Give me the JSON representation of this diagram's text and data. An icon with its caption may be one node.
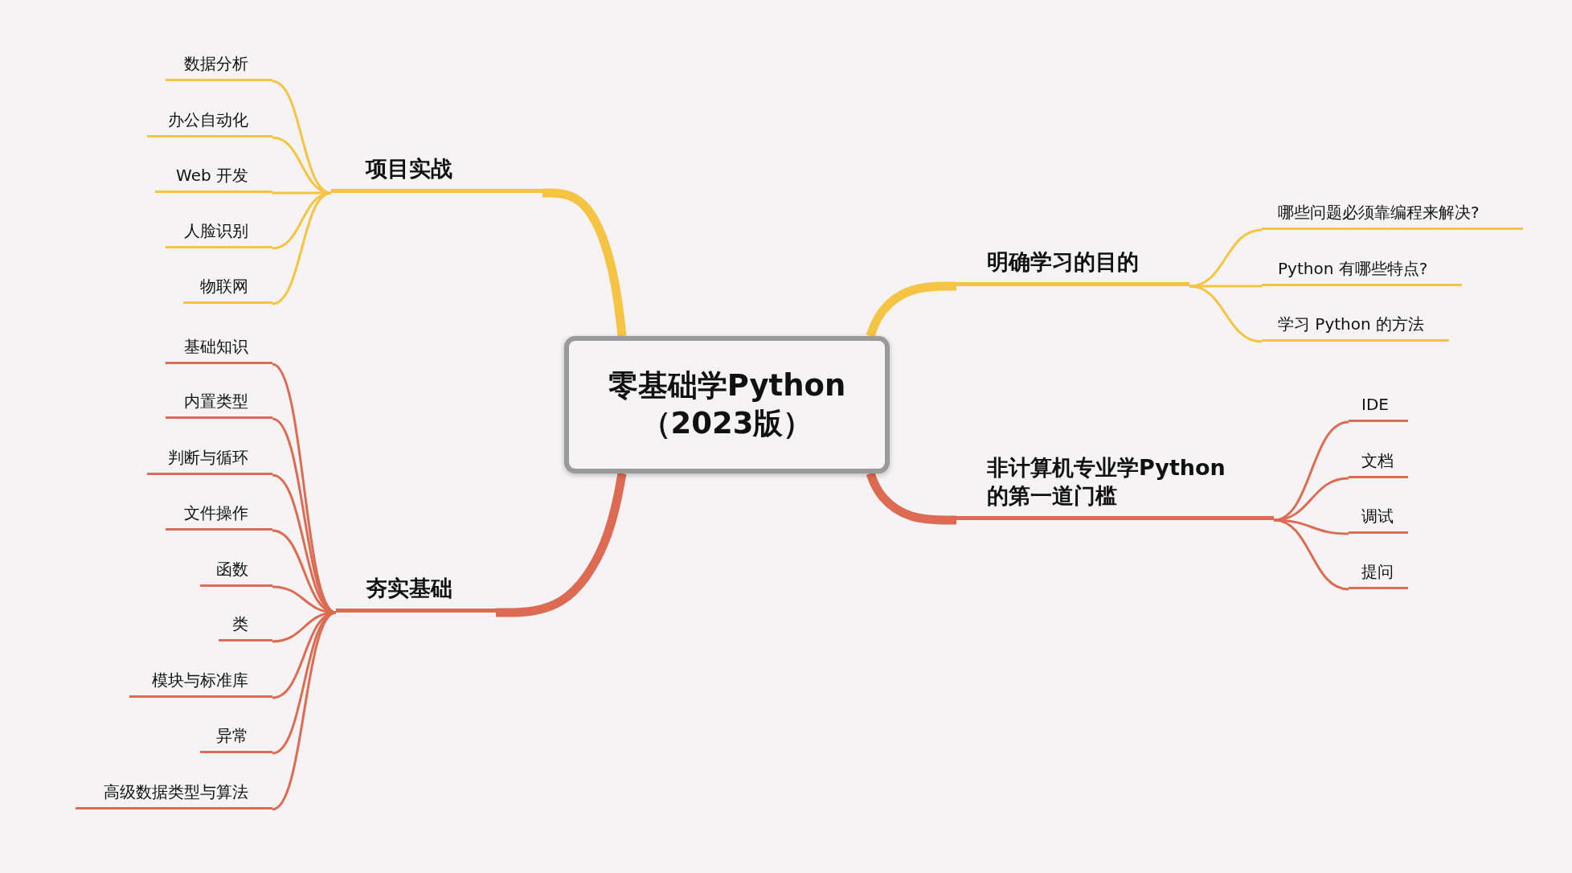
{
  "diagram": {
    "nodes": [
      {
        "text": [
          "零基础学Python（2023版）"
        ]
      },
      {
        "text": [
          "项目实战"
        ]
      },
      {
        "text": [
          "数据分析"
        ]
      },
      {
        "text": [
          "办公自动化"
        ]
      },
      {
        "text": [
          "Web 开发"
        ]
      },
      {
        "text": [
          "人脸识别"
        ]
      },
      {
        "text": [
          "物联网"
        ]
      },
      {
        "text": [
          "明确学习的目的"
        ]
      },
      {
        "text": [
          "哪些问题必须靠编程来解决?"
        ]
      },
      {
        "text": [
          "Python 有哪些特点?"
        ]
      },
      {
        "text": [
          "学习 Python 的方法"
        ]
      },
      {
        "text": [
          "非计算机专业学Python 的第一道门槛"
        ]
      },
      {
        "text": [
          "IDE"
        ]
      },
      {
        "text": [
          "文档"
        ]
      },
      {
        "text": [
          "调试"
        ]
      },
      {
        "text": [
          "提问"
        ]
      },
      {
        "text": [
          "夯实基础"
        ]
      },
      {
        "text": [
          "基础知识"
        ]
      },
      {
        "text": [
          "内置类型"
        ]
      },
      {
        "text": [
          "判断与循环"
        ]
      },
      {
        "text": [
          "文件操作"
        ]
      },
      {
        "text": [
          "函数"
        ]
      },
      {
        "text": [
          "类"
        ]
      },
      {
        "text": [
          "模块与标准库"
        ]
      },
      {
        "text": [
          "异常"
        ]
      },
      {
        "text": [
          "高级数据类型与算法"
        ]
      }
    ],
    "edges": [
      {
        "from": 0,
        "to": 1,
        "arrow": "none",
        "style": "thick",
        "color": "#f5c444"
      },
      {
        "from": 1,
        "to": 2,
        "arrow": "none",
        "color": "#f5c444"
      },
      {
        "from": 1,
        "to": 3,
        "arrow": "none",
        "color": "#f5c444"
      },
      {
        "from": 1,
        "to": 4,
        "arrow": "none",
        "color": "#f5c444"
      },
      {
        "from": 1,
        "to": 5,
        "arrow": "none",
        "color": "#f5c444"
      },
      {
        "from": 1,
        "to": 6,
        "arrow": "none",
        "color": "#f5c444"
      },
      {
        "from": 0,
        "to": 7,
        "arrow": "none",
        "style": "thick",
        "color": "#f5c444"
      },
      {
        "from": 7,
        "to": 8,
        "arrow": "none",
        "color": "#f5c444"
      },
      {
        "from": 7,
        "to": 9,
        "arrow": "none",
        "color": "#f5c444"
      },
      {
        "from": 7,
        "to": 10,
        "arrow": "none",
        "color": "#f5c444"
      },
      {
        "from": 0,
        "to": 11,
        "arrow": "none",
        "style": "thick"
      },
      {
        "from": 11,
        "to": 12,
        "arrow": "none"
      },
      {
        "from": 11,
        "to": 13,
        "arrow": "none"
      },
      {
        "from": 11,
        "to": 14,
        "arrow": "none"
      },
      {
        "from": 11,
        "to": 15,
        "arrow": "none"
      },
      {
        "from": 0,
        "to": 16,
        "arrow": "none",
        "style": "thick"
      },
      {
        "from": 16,
        "to": 17,
        "arrow": "none"
      },
      {
        "from": 16,
        "to": 18,
        "arrow": "none"
      },
      {
        "from": 16,
        "to": 19,
        "arrow": "none"
      },
      {
        "from": 16,
        "to": 20,
        "arrow": "none"
      },
      {
        "from": 16,
        "to": 21,
        "arrow": "none"
      },
      {
        "from": 16,
        "to": 22,
        "arrow": "none"
      },
      {
        "from": 16,
        "to": 23,
        "arrow": "none"
      },
      {
        "from": 16,
        "to": 24,
        "arrow": "none"
      },
      {
        "from": 16,
        "to": 25,
        "arrow": "none"
      }
    ]
  }
}
